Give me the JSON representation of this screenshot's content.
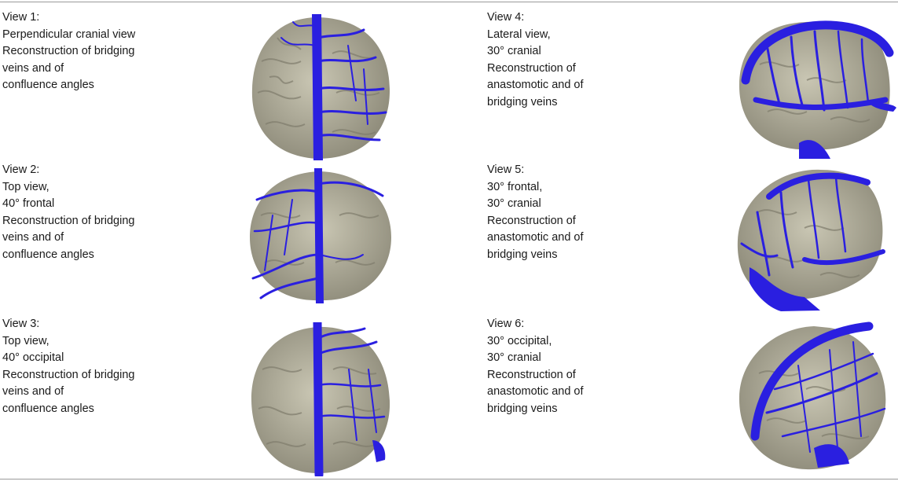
{
  "figure": {
    "panels": [
      {
        "title": "View 1:",
        "lines": [
          "Perpendicular cranial view",
          "Reconstruction of bridging",
          "veins and of",
          "confluence angles"
        ],
        "image": "brain-venous-reconstruction-cranial-view"
      },
      {
        "title": "View 2:",
        "lines": [
          "Top view,",
          "40° frontal",
          "Reconstruction of bridging",
          "veins and of",
          "confluence angles"
        ],
        "image": "brain-venous-reconstruction-top-frontal"
      },
      {
        "title": "View 3:",
        "lines": [
          "Top view,",
          "40° occipital",
          "Reconstruction of bridging",
          "veins and of",
          "confluence angles"
        ],
        "image": "brain-venous-reconstruction-top-occipital"
      },
      {
        "title": "View 4:",
        "lines": [
          "Lateral view,",
          "30° cranial",
          "Reconstruction of",
          "anastomotic and of",
          "bridging veins"
        ],
        "image": "brain-venous-reconstruction-lateral"
      },
      {
        "title": "View 5:",
        "lines": [
          "30° frontal,",
          "30° cranial",
          "Reconstruction of",
          "anastomotic and of",
          "bridging veins"
        ],
        "image": "brain-venous-reconstruction-frontal-cranial"
      },
      {
        "title": "View 6:",
        "lines": [
          "30° occipital,",
          "30° cranial",
          "Reconstruction of",
          "anastomotic and of",
          "bridging veins"
        ],
        "image": "brain-venous-reconstruction-occipital-cranial"
      }
    ],
    "colors": {
      "brain": "#b9b6a3",
      "brain_shadow": "#8e8b7a",
      "sulci": "#7f7c6c",
      "veins": "#2a1fe0",
      "rule": "#9a9a9a"
    }
  }
}
